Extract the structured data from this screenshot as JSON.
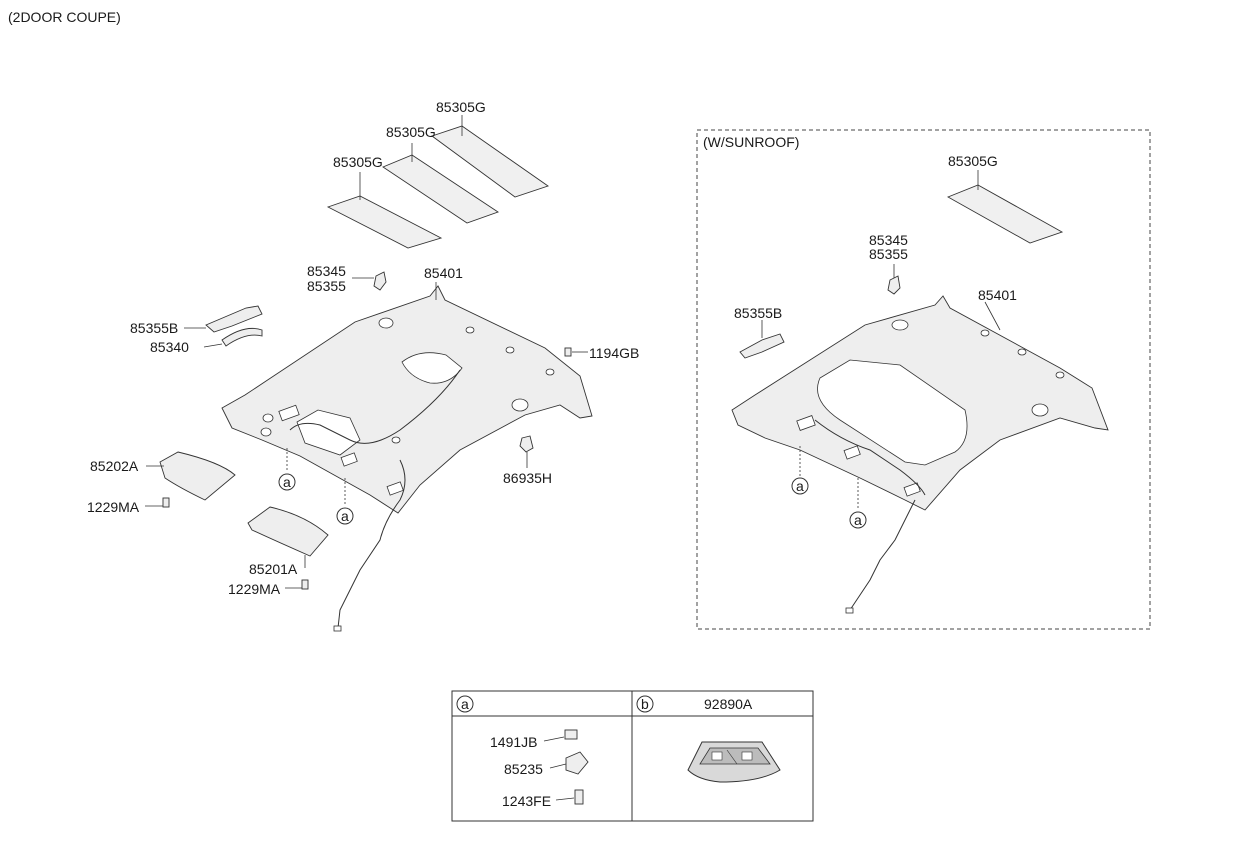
{
  "header": {
    "title": "(2DOOR COUPE)"
  },
  "main_diagram": {
    "labels": {
      "pad_top": "85305G",
      "pad_mid": "85305G",
      "pad_low": "85305G",
      "clip_a": "85345",
      "clip_b": "85355",
      "headliner": "85401",
      "bracket": "85355B",
      "handle": "85340",
      "screw_right": "1194GB",
      "clip_right": "86935H",
      "visor_right": "85202A",
      "screw_visor_right": "1229MA",
      "visor_left": "85201A",
      "screw_visor_left": "1229MA",
      "ref_a1": "a",
      "ref_a2": "a"
    }
  },
  "sunroof_diagram": {
    "title": "(W/SUNROOF)",
    "labels": {
      "pad": "85305G",
      "clip_a": "85345",
      "clip_b": "85355",
      "headliner": "85401",
      "bracket": "85355B",
      "ref_a1": "a",
      "ref_a2": "a"
    }
  },
  "legend_table": {
    "col_a": {
      "ref": "a",
      "items": [
        "1491JB",
        "85235",
        "1243FE"
      ]
    },
    "col_b": {
      "ref": "b",
      "part": "92890A"
    }
  }
}
